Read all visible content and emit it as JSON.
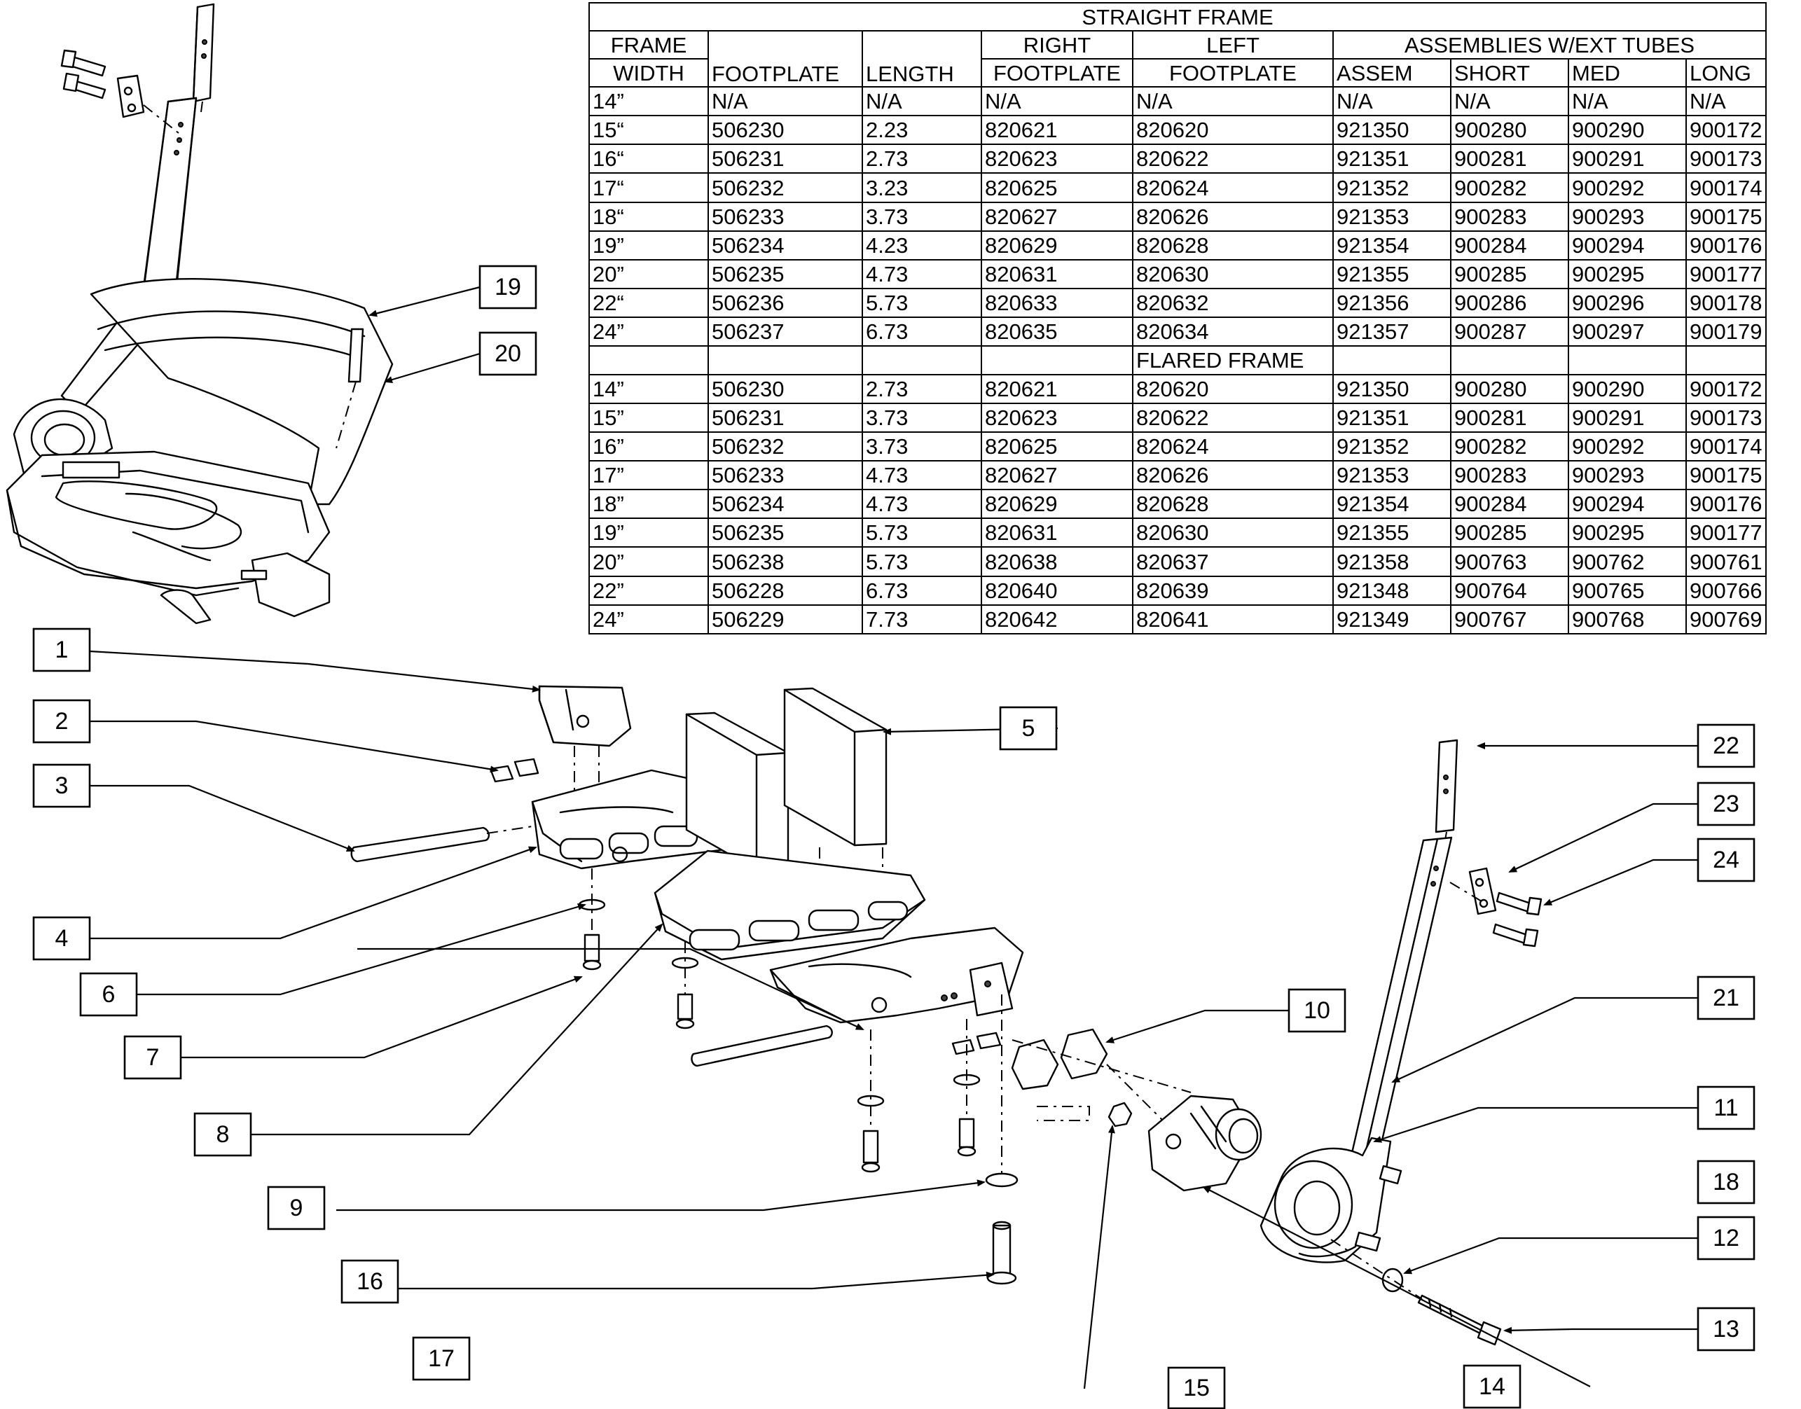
{
  "table": {
    "title": "STRAIGHT FRAME",
    "columns": {
      "frame_width": [
        "FRAME",
        "WIDTH"
      ],
      "footplate": "FOOTPLATE",
      "length": "LENGTH",
      "right_footplate": [
        "RIGHT",
        "FOOTPLATE"
      ],
      "left_footplate": [
        "LEFT",
        "FOOTPLATE"
      ],
      "assemblies_group": "ASSEMBLIES W/EXT TUBES",
      "assem": "ASSEM",
      "short": "SHORT",
      "med": "MED",
      "long": "LONG"
    },
    "straight_rows": [
      [
        "14”",
        "N/A",
        "N/A",
        "N/A",
        "N/A",
        "N/A",
        "N/A",
        "N/A",
        "N/A"
      ],
      [
        "15“",
        "506230",
        "2.23",
        "820621",
        "820620",
        "921350",
        "900280",
        "900290",
        "900172"
      ],
      [
        "16“",
        "506231",
        "2.73",
        "820623",
        "820622",
        "921351",
        "900281",
        "900291",
        "900173"
      ],
      [
        "17“",
        "506232",
        "3.23",
        "820625",
        "820624",
        "921352",
        "900282",
        "900292",
        "900174"
      ],
      [
        "18“",
        "506233",
        "3.73",
        "820627",
        "820626",
        "921353",
        "900283",
        "900293",
        "900175"
      ],
      [
        "19”",
        "506234",
        "4.23",
        "820629",
        "820628",
        "921354",
        "900284",
        "900294",
        "900176"
      ],
      [
        "20”",
        "506235",
        "4.73",
        "820631",
        "820630",
        "921355",
        "900285",
        "900295",
        "900177"
      ],
      [
        "22“",
        "506236",
        "5.73",
        "820633",
        "820632",
        "921356",
        "900286",
        "900296",
        "900178"
      ],
      [
        "24”",
        "506237",
        "6.73",
        "820635",
        "820634",
        "921357",
        "900287",
        "900297",
        "900179"
      ]
    ],
    "flared_title": "FLARED FRAME",
    "flared_rows": [
      [
        "14”",
        "506230",
        "2.73",
        "820621",
        "820620",
        "921350",
        "900280",
        "900290",
        "900172"
      ],
      [
        "15”",
        "506231",
        "3.73",
        "820623",
        "820622",
        "921351",
        "900281",
        "900291",
        "900173"
      ],
      [
        "16”",
        "506232",
        "3.73",
        "820625",
        "820624",
        "921352",
        "900282",
        "900292",
        "900174"
      ],
      [
        "17”",
        "506233",
        "4.73",
        "820627",
        "820626",
        "921353",
        "900283",
        "900293",
        "900175"
      ],
      [
        "18”",
        "506234",
        "4.73",
        "820629",
        "820628",
        "921354",
        "900284",
        "900294",
        "900176"
      ],
      [
        "19”",
        "506235",
        "5.73",
        "820631",
        "820630",
        "921355",
        "900285",
        "900295",
        "900177"
      ],
      [
        "20”",
        "506238",
        "5.73",
        "820638",
        "820637",
        "921358",
        "900763",
        "900762",
        "900761"
      ],
      [
        "22”",
        "506228",
        "6.73",
        "820640",
        "820639",
        "921348",
        "900764",
        "900765",
        "900766"
      ],
      [
        "24”",
        "506229",
        "7.73",
        "820642",
        "820641",
        "921349",
        "900767",
        "900768",
        "900769"
      ]
    ]
  },
  "callouts": {
    "c1": "1",
    "c2": "2",
    "c3": "3",
    "c4": "4",
    "c5": "5",
    "c6": "6",
    "c7": "7",
    "c8": "8",
    "c9": "9",
    "c10": "10",
    "c11": "11",
    "c12": "12",
    "c13": "13",
    "c14": "14",
    "c15": "15",
    "c16": "16",
    "c17": "17",
    "c18": "18",
    "c19": "19",
    "c20": "20",
    "c21": "21",
    "c22": "22",
    "c23": "23",
    "c24": "24"
  }
}
